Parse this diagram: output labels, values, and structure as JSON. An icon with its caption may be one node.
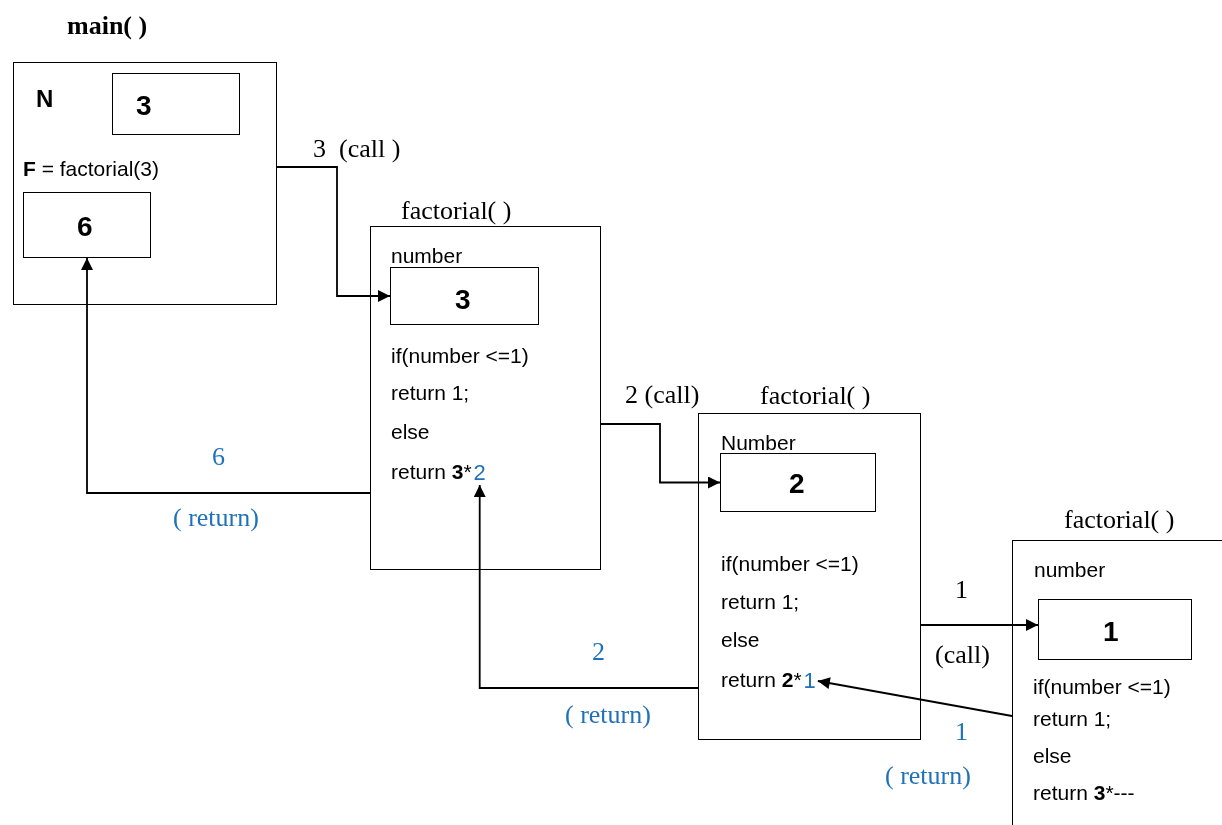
{
  "diagram": {
    "nodes": [
      {
        "text": [
          "main( )",
          "N",
          "**F** = factorial(3)"
        ]
      },
      {
        "text": [
          "3"
        ],
        "in": 0
      },
      {
        "text": [
          "6"
        ],
        "in": 0
      },
      {
        "text": [
          "factorial( )",
          "number",
          "if(number <=1)",
          "return 1;",
          "else",
          "return **3***"
        ]
      },
      {
        "text": [
          "3"
        ],
        "in": 3
      },
      {
        "text": [
          "2"
        ],
        "in": 3
      },
      {
        "text": [
          "factorial( )",
          "Number",
          "if(number <=1)",
          "return 1;",
          "else",
          "return **2***"
        ]
      },
      {
        "text": [
          "2"
        ],
        "in": 6
      },
      {
        "text": [
          "1"
        ],
        "in": 6
      },
      {
        "text": [
          "factorial( )",
          "number",
          "if(number <=1)",
          "return 1;",
          "else",
          "return **3***---"
        ]
      },
      {
        "text": [
          "1"
        ],
        "in": 9
      }
    ],
    "edges": [
      {
        "from": 0,
        "to": 4,
        "arrow": "to",
        "label": "3  (call )"
      },
      {
        "from": 3,
        "to": 2,
        "arrow": "to",
        "label": "6"
      },
      {
        "from": 3,
        "to": 7,
        "arrow": "to",
        "label": "2 (call)"
      },
      {
        "from": 6,
        "to": 5,
        "arrow": "to",
        "label": "2"
      },
      {
        "from": 6,
        "to": 10,
        "arrow": "to",
        "label": "1"
      },
      {
        "from": 9,
        "to": 8,
        "arrow": "to",
        "label": "1"
      }
    ],
    "labels": [
      "( return)",
      "(call)",
      "( return)",
      "( return)"
    ]
  }
}
